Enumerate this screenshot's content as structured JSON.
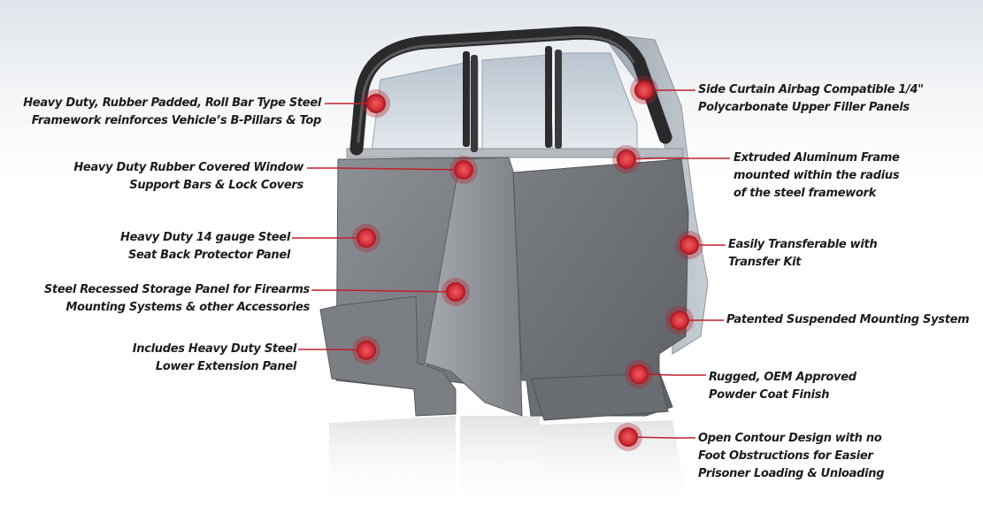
{
  "callouts": {
    "roll_bar": [
      "Heavy Duty, Rubber Padded, Roll Bar Type Steel",
      "Framework reinforces Vehicle’s B-Pillars & Top"
    ],
    "window_bars": [
      "Heavy Duty Rubber Covered Window",
      "Support Bars & Lock Covers"
    ],
    "seat_back": [
      "Heavy Duty 14 gauge Steel",
      "Seat Back Protector Panel"
    ],
    "storage": [
      "Steel Recessed Storage Panel for Firearms",
      "Mounting Systems & other Accessories"
    ],
    "lower_ext": [
      "Includes Heavy Duty Steel",
      "Lower Extension Panel"
    ],
    "airbag": [
      "Side Curtain Airbag Compatible 1/4\"",
      "Polycarbonate Upper Filler Panels"
    ],
    "alu_frame": [
      "Extruded Aluminum Frame",
      "mounted within the radius",
      "of the steel framework"
    ],
    "transfer": [
      "Easily Transferable with",
      "Transfer Kit"
    ],
    "suspended": [
      "Patented Suspended Mounting System"
    ],
    "powder": [
      "Rugged, OEM Approved",
      "Powder Coat Finish"
    ],
    "contour": [
      "Open Contour Design with no",
      "Foot Obstructions for Easier",
      "Prisoner Loading & Unloading"
    ]
  },
  "colors": {
    "marker": "#b8202f",
    "marker_inner": "#e0464e",
    "leader": "#c0202c",
    "panel": "#8a8d92",
    "roll_bar": "#2a2a2c"
  }
}
